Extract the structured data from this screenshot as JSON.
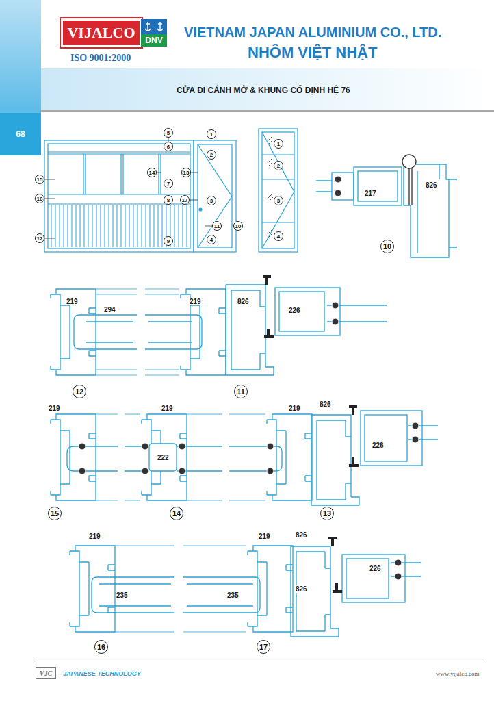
{
  "diagram": {
    "title": "CỬA ĐI CÁNH MỞ & KHUNG CỐ ĐỊNH HỆ 76",
    "nodes": [
      {
        "text": [
          "VIJALCO"
        ]
      },
      {
        "text": [
          "DNV"
        ]
      },
      {
        "text": [
          "68"
        ]
      },
      {
        "text": [
          "5"
        ]
      },
      {
        "text": [
          "1"
        ]
      },
      {
        "text": [
          "6"
        ]
      },
      {
        "text": [
          "2"
        ]
      },
      {
        "text": [
          "15"
        ]
      },
      {
        "text": [
          "14"
        ]
      },
      {
        "text": [
          "13"
        ]
      },
      {
        "text": [
          "7"
        ]
      },
      {
        "text": [
          "16"
        ]
      },
      {
        "text": [
          "8"
        ]
      },
      {
        "text": [
          "17"
        ]
      },
      {
        "text": [
          "3"
        ]
      },
      {
        "text": [
          "11"
        ]
      },
      {
        "text": [
          "10"
        ]
      },
      {
        "text": [
          "12"
        ]
      },
      {
        "text": [
          "9"
        ]
      },
      {
        "text": [
          "4"
        ]
      },
      {
        "text": [
          "1"
        ]
      },
      {
        "text": [
          "2"
        ]
      },
      {
        "text": [
          "3"
        ]
      },
      {
        "text": [
          "4"
        ]
      },
      {
        "text": [
          "10"
        ]
      },
      {
        "text": [
          "12"
        ]
      },
      {
        "text": [
          "11"
        ]
      },
      {
        "text": [
          "15"
        ]
      },
      {
        "text": [
          "14"
        ]
      },
      {
        "text": [
          "13"
        ]
      },
      {
        "text": [
          "16"
        ]
      },
      {
        "text": [
          "17"
        ]
      },
      {
        "text": [
          "VJC"
        ]
      }
    ],
    "labels": [
      "VIETNAM JAPAN ALUMINIUM CO., LTD.",
      "NHÔM VIỆT NHẬT",
      "ISO 9001:2000",
      "217",
      "826",
      "219",
      "294",
      "219",
      "826",
      "226",
      "219",
      "219",
      "222",
      "219",
      "826",
      "226",
      "219",
      "219",
      "826",
      "235",
      "235",
      "826",
      "226",
      "JAPANESE TECHNOLOGY",
      "www.vijalco.com"
    ]
  }
}
